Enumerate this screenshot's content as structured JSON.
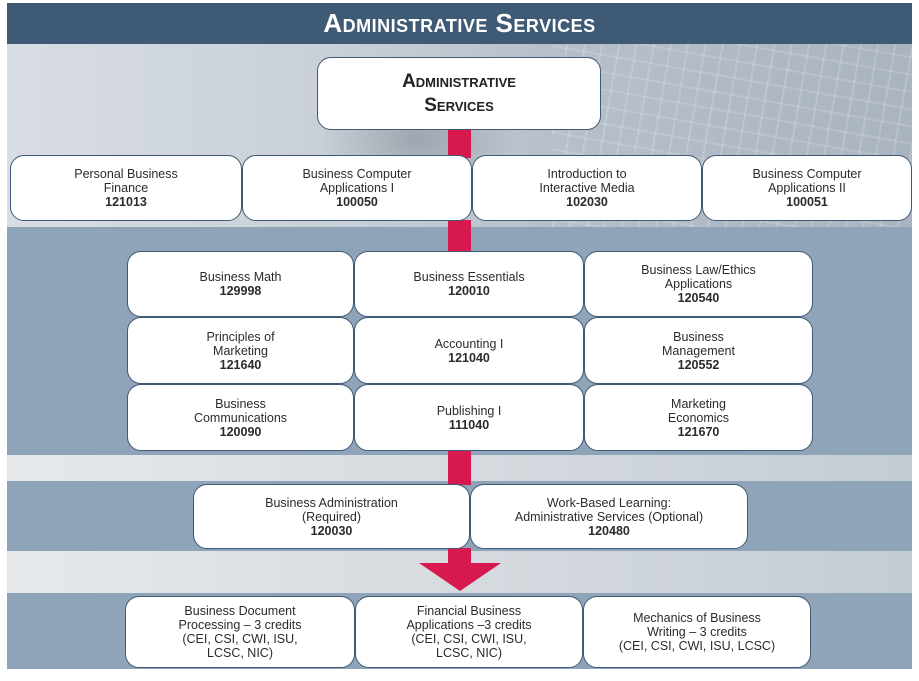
{
  "header": {
    "title": "Administrative Services"
  },
  "top": {
    "title": "Administrative\nServices"
  },
  "rows": {
    "row1": [
      {
        "name": "Personal Business\nFinance",
        "code": "121013"
      },
      {
        "name": "Business Computer\nApplications I",
        "code": "100050"
      },
      {
        "name": "Introduction to\nInteractive Media",
        "code": "102030"
      },
      {
        "name": "Business Computer\nApplications II",
        "code": "100051"
      }
    ],
    "row2": [
      {
        "name": "Business Math",
        "code": "129998"
      },
      {
        "name": "Business Essentials",
        "code": "120010"
      },
      {
        "name": "Business Law/Ethics\nApplications",
        "code": "120540"
      }
    ],
    "row3": [
      {
        "name": "Principles of\nMarketing",
        "code": "121640"
      },
      {
        "name": "Accounting I",
        "code": "121040"
      },
      {
        "name": "Business\nManagement",
        "code": "120552"
      }
    ],
    "row4": [
      {
        "name": "Business\nCommunications",
        "code": "120090"
      },
      {
        "name": "Publishing I",
        "code": "111040"
      },
      {
        "name": "Marketing\nEconomics",
        "code": "121670"
      }
    ],
    "row5": [
      {
        "name": "Business Administration\n(Required)",
        "code": "120030"
      },
      {
        "name": "Work-Based Learning:\nAdministrative Services (Optional)",
        "code": "120480"
      }
    ],
    "row6": [
      {
        "name": "Business Document\nProcessing – 3 credits\n(CEI, CSI, CWI, ISU,\nLCSC, NIC)"
      },
      {
        "name": "Financial Business\nApplications –3 credits\n(CEI, CSI, CWI, ISU,\nLCSC, NIC)"
      },
      {
        "name": "Mechanics of Business\nWriting – 3 credits\n(CEI, CSI, CWI, ISU, LCSC)"
      }
    ]
  },
  "colors": {
    "header": "#3f5a74",
    "connector": "#d8194f",
    "band": "#8fa4b8",
    "box_border": "#3f5a74"
  }
}
